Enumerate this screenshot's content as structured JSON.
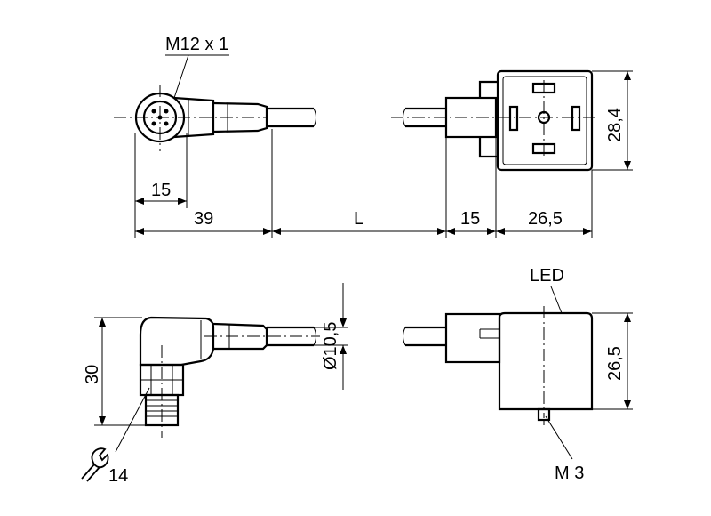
{
  "labels": {
    "thread": "M12 x 1",
    "dim_15_left": "15",
    "dim_39": "39",
    "dim_L": "L",
    "dim_15_right": "15",
    "dim_26_5_top": "26,5",
    "dim_28_4": "28,4",
    "led": "LED",
    "dim_30": "30",
    "diameter": "Ø10,5",
    "dim_26_5_side": "26,5",
    "wrench_size": "14",
    "screw": "M 3"
  }
}
